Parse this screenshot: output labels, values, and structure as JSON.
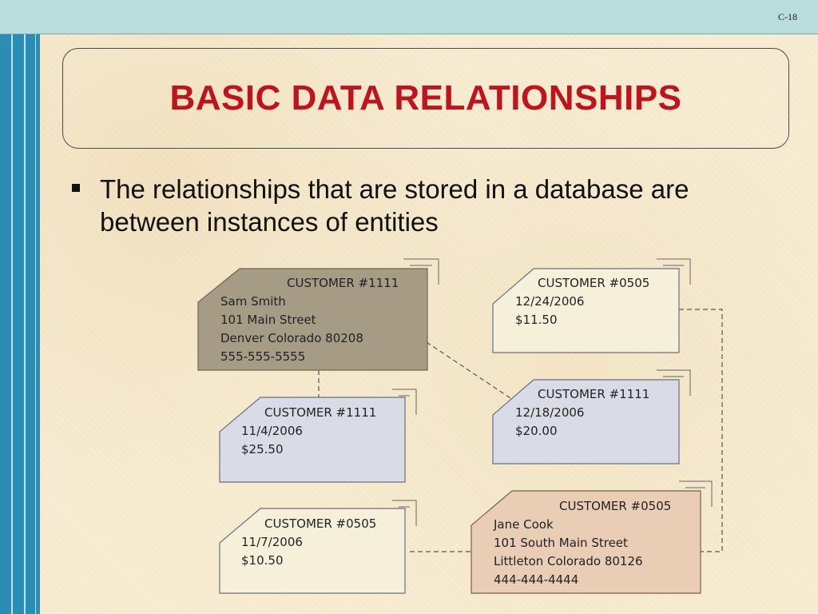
{
  "slide": {
    "number": "C-18",
    "title": "BASIC DATA RELATIONSHIPS",
    "bullet": "The relationships that are stored in a database are between instances of entities"
  },
  "colors": {
    "title": "#c0141c",
    "card_customer_sam": "#a69c86",
    "card_order": "#d9dce6",
    "card_order_0505": "#f6f0da",
    "card_customer_jane": "#e9cdb4",
    "top_bar": "#b9dcdc",
    "side_bar": "#2b8cb5"
  },
  "cards": {
    "sam_smith": {
      "header": "CUSTOMER #1111",
      "lines": [
        "Sam Smith",
        "101 Main Street",
        "Denver Colorado 80208",
        "555-555-5555"
      ]
    },
    "order_1111_a": {
      "header": "CUSTOMER #1111",
      "lines": [
        "11/4/2006",
        "$25.50"
      ]
    },
    "order_0505_a": {
      "header": "CUSTOMER #0505",
      "lines": [
        "11/7/2006",
        "$10.50"
      ]
    },
    "order_0505_b": {
      "header": "CUSTOMER #0505",
      "lines": [
        "12/24/2006",
        "$11.50"
      ]
    },
    "order_1111_b": {
      "header": "CUSTOMER #1111",
      "lines": [
        "12/18/2006",
        "$20.00"
      ]
    },
    "jane_cook": {
      "header": "CUSTOMER #0505",
      "lines": [
        "Jane Cook",
        "101 South Main Street",
        "Littleton Colorado 80126",
        "444-444-4444"
      ]
    }
  }
}
